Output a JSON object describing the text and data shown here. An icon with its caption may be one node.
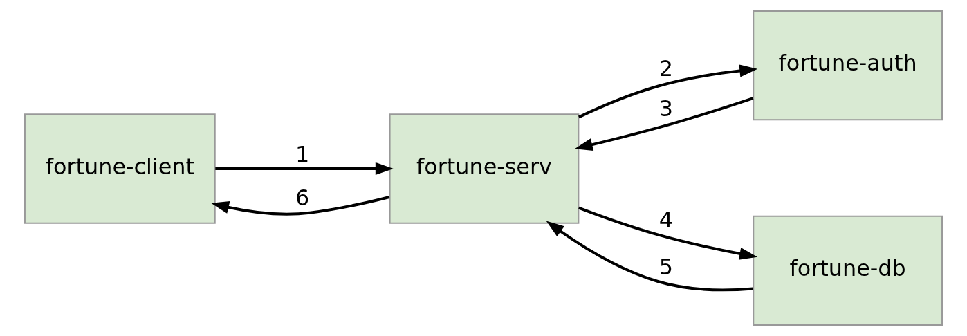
{
  "diagram": {
    "nodes": [
      {
        "text": [
          "fortune-client"
        ]
      },
      {
        "text": [
          "fortune-serv"
        ]
      },
      {
        "text": [
          "fortune-auth"
        ]
      },
      {
        "text": [
          "fortune-db"
        ]
      }
    ],
    "edges": [
      {
        "from": 0,
        "to": 1,
        "arrow": "to",
        "label": "1"
      },
      {
        "from": 1,
        "to": 2,
        "arrow": "to",
        "label": "2"
      },
      {
        "from": 2,
        "to": 1,
        "arrow": "to",
        "label": "3"
      },
      {
        "from": 1,
        "to": 3,
        "arrow": "to",
        "label": "4"
      },
      {
        "from": 3,
        "to": 1,
        "arrow": "to",
        "label": "5"
      },
      {
        "from": 1,
        "to": 0,
        "arrow": "to",
        "label": "6"
      }
    ]
  }
}
